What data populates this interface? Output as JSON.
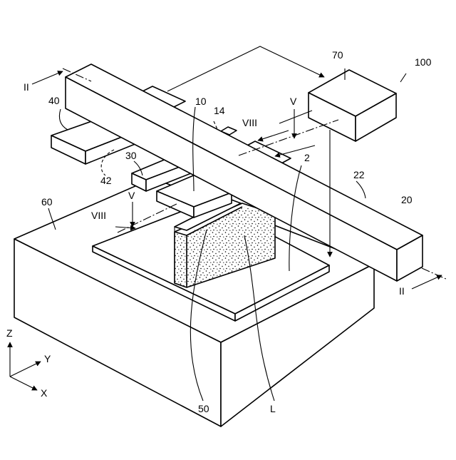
{
  "labels": {
    "device": "100",
    "source": "70",
    "beam_unit": "20",
    "beam_face": "22",
    "galvo": "10",
    "beam_path": "14",
    "unit_40": "40",
    "ref_42": "42",
    "unit_30": "30",
    "substrate": "2",
    "stage": "60",
    "object_50": "50",
    "liquid": "L",
    "section_ii_left": "II",
    "section_ii_right": "II",
    "section_v_top": "V",
    "section_v_left": "V",
    "section_viii_top": "VIII",
    "section_viii_left": "VIII"
  },
  "axes": {
    "z": "Z",
    "y": "Y",
    "x": "X"
  }
}
